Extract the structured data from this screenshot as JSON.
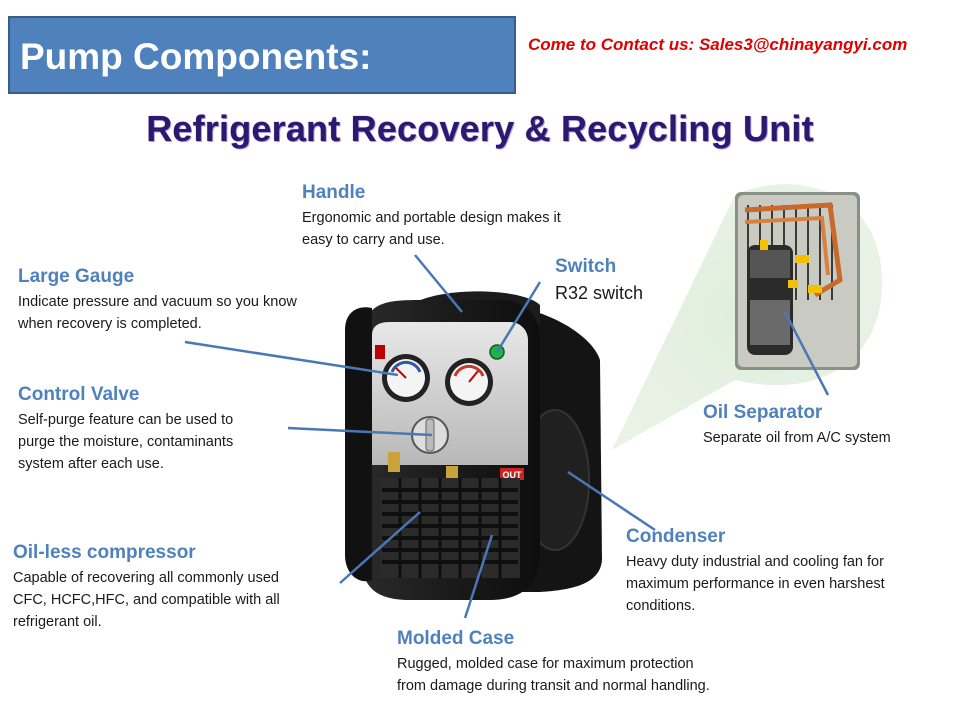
{
  "header": {
    "title": "Pump Components:",
    "contact": "Come to Contact us:  Sales3@chinayangyi.com"
  },
  "main_title": "Refrigerant Recovery & Recycling Unit",
  "callouts": {
    "handle": {
      "title": "Handle",
      "desc": "Ergonomic and portable design makes it\neasy to carry and use."
    },
    "switch": {
      "title": "Switch",
      "desc": "R32 switch"
    },
    "large_gauge": {
      "title": "Large Gauge",
      "desc": "Indicate pressure and vacuum so you know\nwhen recovery is completed."
    },
    "control_valve": {
      "title": "Control Valve",
      "desc": "Self-purge feature can be used to\npurge the moisture, contaminants\nsystem after each use."
    },
    "oil_separator": {
      "title": "Oil Separator",
      "desc": "Separate oil from A/C system"
    },
    "oilless_compressor": {
      "title": "Oil-less compressor",
      "desc": "Capable of recovering all commonly used\nCFC, HCFC,HFC, and compatible with all\nrefrigerant oil."
    },
    "condenser": {
      "title": "Condenser",
      "desc": "Heavy duty industrial and cooling fan for\nmaximum performance in even harshest\nconditions."
    },
    "molded_case": {
      "title": "Molded Case",
      "desc": "Rugged, molded case for maximum protection\nfrom damage during transit and normal handling."
    }
  },
  "device_labels": {
    "out_port": "OUT"
  },
  "colors": {
    "header_fill": "#4f81bd",
    "accent_blue": "#4f81bd",
    "contact_red": "#e00000",
    "title_purple": "#2a1a6e",
    "leader_line": "#4a78b5"
  }
}
